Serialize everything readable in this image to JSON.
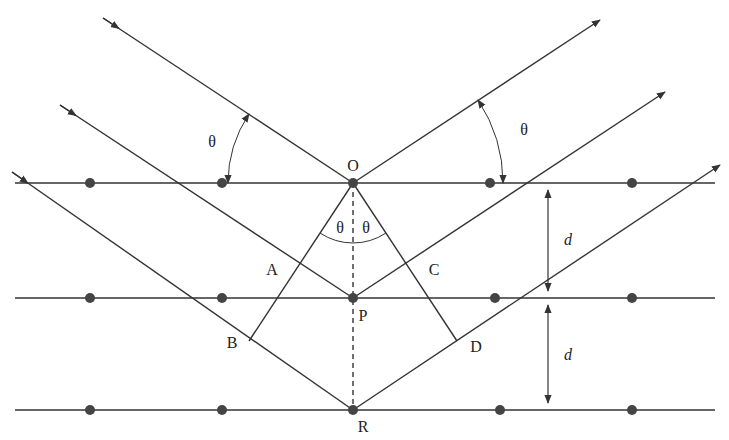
{
  "diagram": {
    "labels": [
      "θ",
      "O",
      "θ",
      "θ",
      "θ",
      "A",
      "C",
      "d",
      "P",
      "B",
      "D",
      "d",
      "R"
    ]
  }
}
